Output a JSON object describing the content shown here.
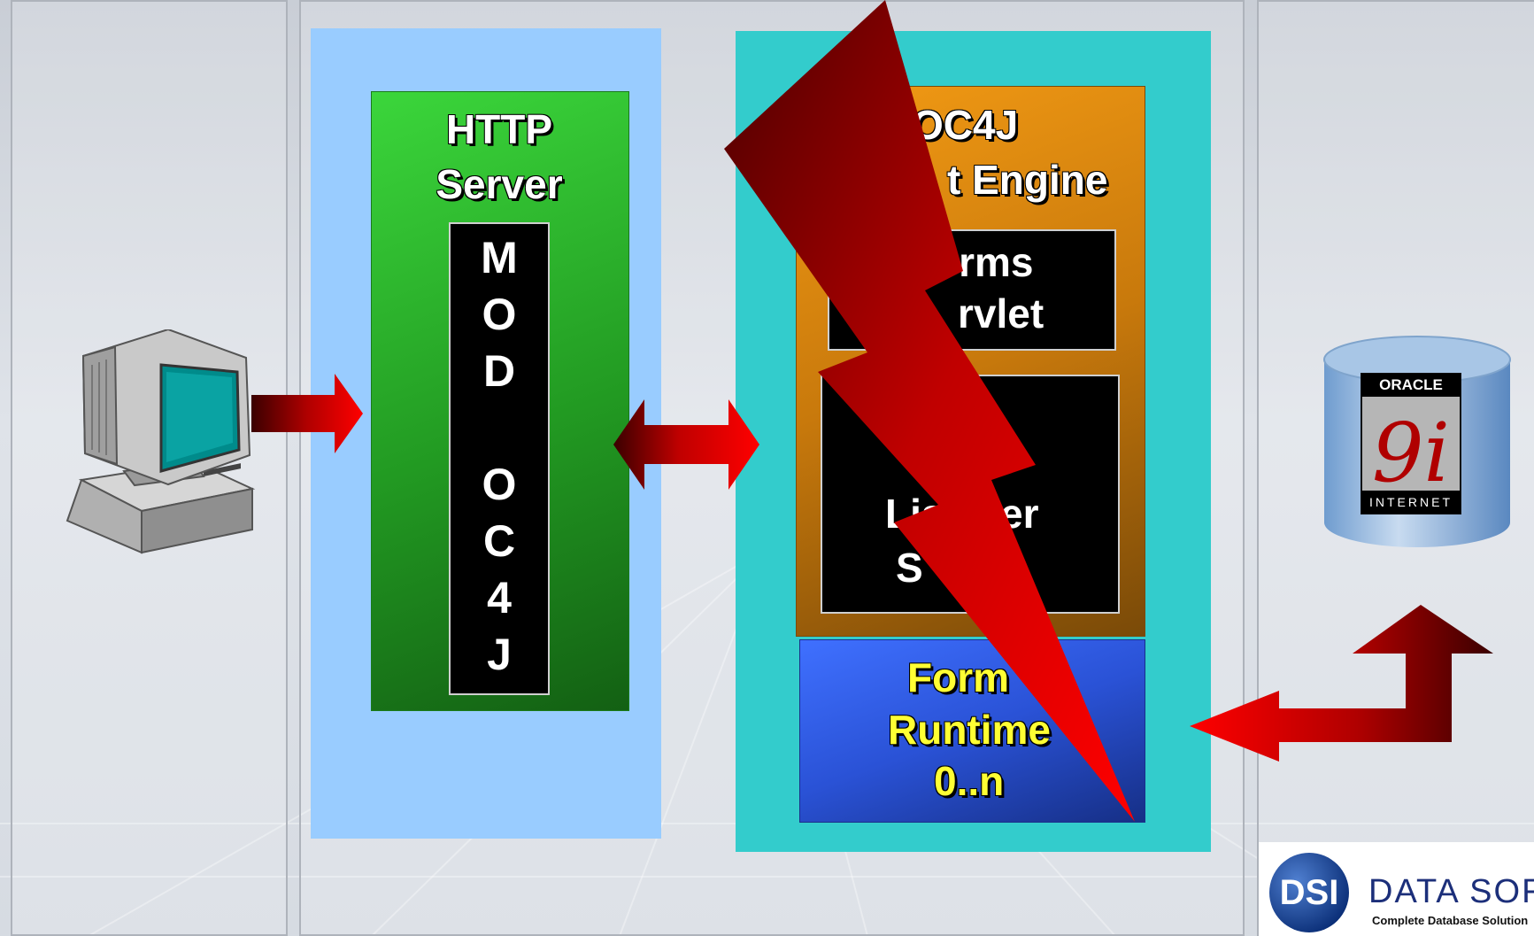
{
  "http_server": {
    "title_line1": "HTTP",
    "title_line2": "Server",
    "mod_letters": [
      "M",
      "O",
      "D",
      "",
      "O",
      "C",
      "4",
      "J"
    ]
  },
  "oc4j": {
    "title_line1": "OC4J",
    "title_line2": "t Engine",
    "forms_servlet_line1": "orms",
    "forms_servlet_line2": "rvlet",
    "listener_line1": "Lis",
    "listener_line1b": "er",
    "listener_line2": "S"
  },
  "forms_runtime": {
    "line1": "Form",
    "line2": "Runtime",
    "line3": "0..n"
  },
  "database": {
    "brand": "ORACLE",
    "version": "9i",
    "edition": "INTERNET"
  },
  "logo": {
    "initials": "DSI",
    "name": "DATA SOFTECH",
    "tagline": "Complete Database Solution"
  },
  "colors": {
    "http_bg": "#99ccff",
    "oc4j_bg": "#33cccc",
    "http_server": "#33cc33",
    "oc4j_engine": "#e0850e",
    "forms_runtime": "#3366ff",
    "arrow": "#ff0000"
  }
}
